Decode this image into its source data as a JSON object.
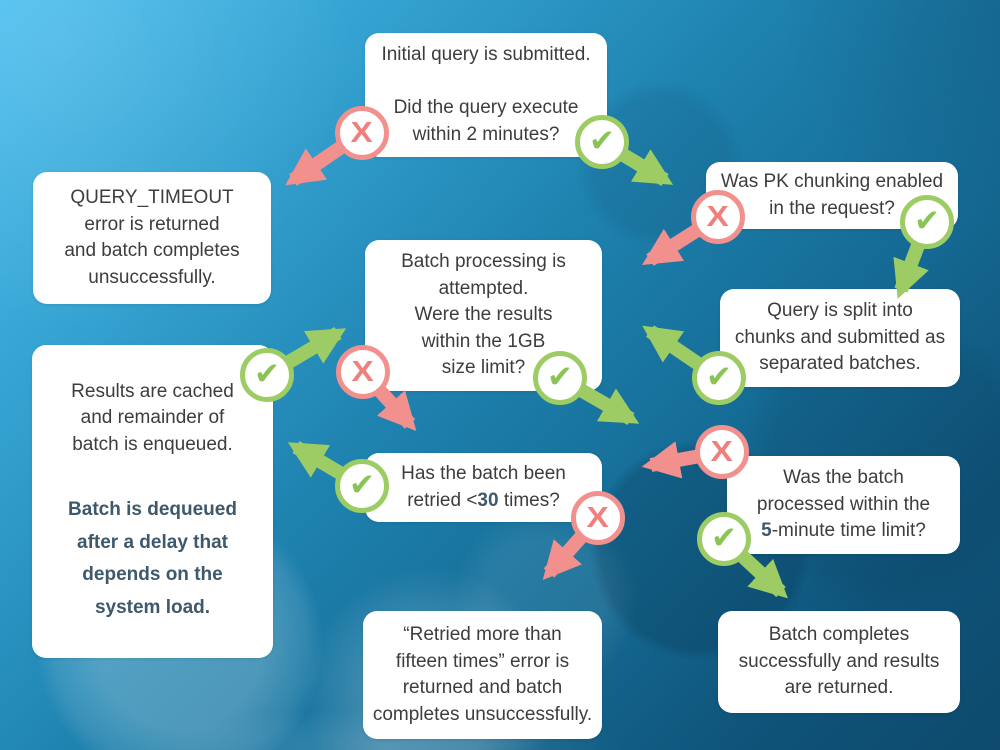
{
  "title": "Bulk query batch processing decision flowchart",
  "colors": {
    "yes_green": "#9DCC64",
    "no_red": "#F2908E",
    "body_text": "#3d3d3d",
    "accent_text": "#3e586c",
    "background_top_left": "#4ebfef",
    "background_bottom_right": "#0d4a6c",
    "node_background": "#ffffff"
  },
  "glyphs": {
    "yes": "✔",
    "no": "X"
  },
  "nodes": {
    "initial_query": {
      "text": "Initial query is submitted.\n\nDid the query execute\nwithin 2 minutes?"
    },
    "query_timeout": {
      "text": "QUERY_TIMEOUT\nerror is returned\nand batch completes\nunsuccessfully."
    },
    "pk_chunking": {
      "text": "Was PK chunking enabled\nin the request?"
    },
    "batch_processing": {
      "text": "Batch processing is\nattempted.\nWere the results\nwithin the 1GB\nsize limit?"
    },
    "query_split": {
      "text": "Query is split into\nchunks and submitted as\nseparated batches."
    },
    "results_cached": {
      "text_primary": "Results are cached\nand remainder of\nbatch is enqueued.",
      "text_secondary": "Batch is dequeued\nafter a delay that\ndepends on the\nsystem load."
    },
    "batch_retried": {
      "prefix": "Has the batch been\nretried <",
      "accent": "30",
      "suffix": " times?"
    },
    "five_minute": {
      "prefix": "Was the batch\nprocessed within the\n",
      "accent": "5",
      "suffix": "-minute time limit?"
    },
    "retried_error": {
      "text": "“Retried more than\nfifteen times” error is\nreturned and batch\ncompletes unsuccessfully."
    },
    "success": {
      "text": "Batch completes\nsuccessfully and results\nare returned."
    }
  },
  "edges": [
    {
      "from": "initial-query",
      "to": "query-timeout",
      "answer": "no"
    },
    {
      "from": "initial-query",
      "to": "pk-chunking",
      "answer": "yes"
    },
    {
      "from": "pk-chunking",
      "to": "batch-processing",
      "answer": "no"
    },
    {
      "from": "pk-chunking",
      "to": "query-split",
      "answer": "yes"
    },
    {
      "from": "query-split",
      "to": "batch-processing",
      "answer": "yes"
    },
    {
      "from": "results-cached",
      "to": "batch-processing",
      "answer": "yes"
    },
    {
      "from": "batch-processing",
      "to": "batch-retried",
      "answer": "no"
    },
    {
      "from": "batch-processing",
      "to": "five-minute-limit",
      "answer": "yes"
    },
    {
      "from": "five-minute-limit",
      "to": "batch-retried",
      "answer": "no"
    },
    {
      "from": "five-minute-limit",
      "to": "batch-success",
      "answer": "yes"
    },
    {
      "from": "batch-retried",
      "to": "results-cached",
      "answer": "yes"
    },
    {
      "from": "batch-retried",
      "to": "retried-error",
      "answer": "no"
    }
  ]
}
